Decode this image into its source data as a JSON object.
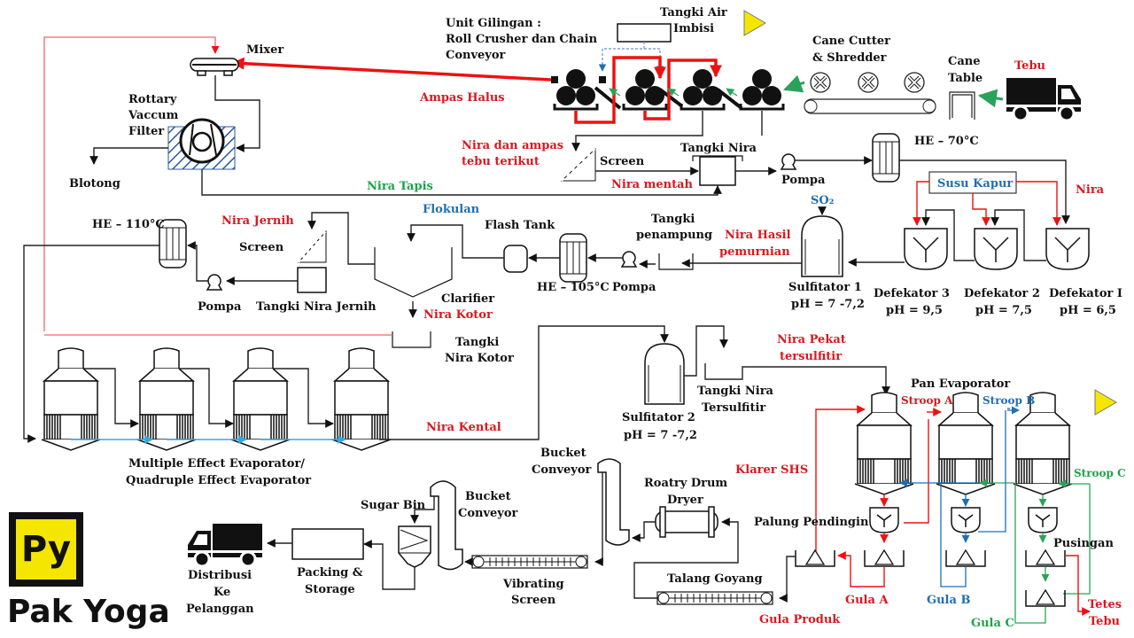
{
  "title": "Diagram Alir Proses Produksi Gula Tebu",
  "brand": {
    "logo_text": "Py",
    "name": "Pak Yoga"
  },
  "colors": {
    "red": "#d71920",
    "blue": "#1f6fb2",
    "green": "#1ea34a",
    "yellow": "#f5e600"
  },
  "sections": {
    "milling": {
      "unit_title": [
        "Unit Gilingan :",
        "Roll Crusher dan Chain",
        "Conveyor"
      ],
      "imbibition_tank": [
        "Tangki Air",
        "Imbisi"
      ],
      "cane_cutter": [
        "Cane Cutter",
        "& Shredder"
      ],
      "cane_table": [
        "Cane",
        "Table"
      ],
      "input": "Tebu",
      "bagasse": "Ampas Halus",
      "juice_with_bagasse": [
        "Nira dan ampas",
        "tebu terikut"
      ]
    },
    "filtration": {
      "mixer": "Mixer",
      "rotary_filter": [
        "Rottary",
        "Vaccum",
        "Filter"
      ],
      "blotong": "Blotong",
      "filtered_juice": "Nira Tapis",
      "screen": "Screen",
      "raw_juice": "Nira mentah",
      "raw_juice_tank": "Tangki Nira",
      "pump": "Pompa"
    },
    "purification": {
      "he_70": "HE – 70°C",
      "lime_milk": "Susu Kapur",
      "juice": "Nira",
      "so2": "SO₂",
      "defecators": [
        {
          "name": "Defekator 3",
          "ph": "pH = 9,5"
        },
        {
          "name": "Defekator 2",
          "ph": "pH = 7,5"
        },
        {
          "name": "Defekator I",
          "ph": "pH = 6,5"
        }
      ],
      "sulfitator1": [
        "Sulfitator 1",
        "pH = 7 -7,2"
      ],
      "purified_juice": [
        "Nira Hasil",
        "pemurnian"
      ],
      "holding_tank": [
        "Tangki",
        "penampung"
      ],
      "pump": "Pompa",
      "he_105": "HE – 105°C",
      "flash_tank": "Flash Tank",
      "flocculant": "Flokulan",
      "clarifier": "Clarifier",
      "dirty_juice": "Nira Kotor",
      "dirty_juice_tank": [
        "Tangki",
        "Nira Kotor"
      ],
      "clear_juice": "Nira Jernih",
      "screen": "Screen",
      "clear_juice_tank": "Tangki Nira Jernih",
      "pump2": "Pompa",
      "he_110": "HE – 110°C"
    },
    "evaporation": {
      "title": [
        "Multiple Effect Evaporator/",
        "Quadruple Effect Evaporator"
      ],
      "thick_juice": "Nira Kental",
      "sulfitator2": [
        "Sulfitator 2",
        "pH = 7 -7,2"
      ],
      "sulfited_tank": [
        "Tangki Nira",
        "Tersulfitir"
      ],
      "sulfited_juice": [
        "Nira Pekat",
        "tersulfitir"
      ]
    },
    "crystallization": {
      "pan_evaporator": "Pan Evaporator",
      "stroop_a": "Stroop A",
      "stroop_b": "Stroop B",
      "stroop_c": "Stroop C",
      "klarer": "Klarer SHS",
      "cooler": "Palung Pendingin",
      "centrifuge": "Pusingan",
      "sugar_a": "Gula A",
      "sugar_b": "Gula B",
      "sugar_c": "Gula C",
      "molasses": [
        "Tetes",
        "Tebu"
      ],
      "product_sugar": "Gula Produk"
    },
    "finishing": {
      "shaking_chute": "Talang Goyang",
      "dryer": [
        "Roatry Drum",
        "Dryer"
      ],
      "bucket_conveyor1": [
        "Bucket",
        "Conveyor"
      ],
      "vibrating_screen": [
        "Vibrating",
        "Screen"
      ],
      "bucket_conveyor2": [
        "Bucket",
        "Conveyor"
      ],
      "sugar_bin": "Sugar Bin",
      "packing": [
        "Packing &",
        "Storage"
      ],
      "distribution": [
        "Distribusi",
        "Ke",
        "Pelanggan"
      ]
    }
  }
}
